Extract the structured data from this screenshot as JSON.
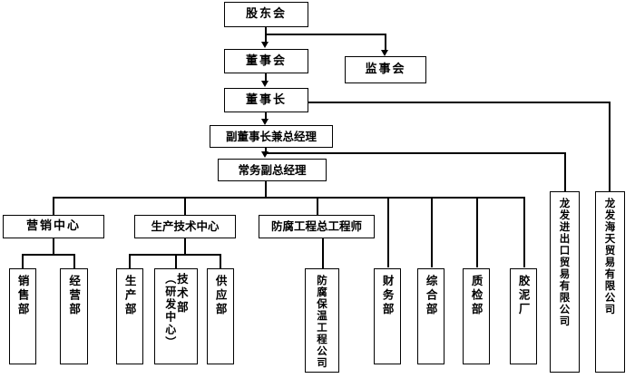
{
  "chart_data": {
    "type": "diagram",
    "title": "",
    "diagram_kind": "organizational-chart",
    "language": "zh-CN",
    "nodes": [
      {
        "id": "shareholders",
        "label": "股东会",
        "level": 0
      },
      {
        "id": "board",
        "label": "董事会",
        "level": 1
      },
      {
        "id": "supervisors",
        "label": "监事会",
        "level": 1
      },
      {
        "id": "chairman",
        "label": "董事长",
        "level": 2
      },
      {
        "id": "vice-chairman-gm",
        "label": "副董事长兼总经理",
        "level": 3
      },
      {
        "id": "exec-vice-gm",
        "label": "常务副总经理",
        "level": 4
      },
      {
        "id": "marketing-center",
        "label": "营销中心",
        "level": 5
      },
      {
        "id": "production-tech-center",
        "label": "生产技术中心",
        "level": 5
      },
      {
        "id": "anticorrosion-chief-engineer",
        "label": "防腐工程总工程师",
        "level": 5
      },
      {
        "id": "sales-dept",
        "label": "销售部",
        "level": 6
      },
      {
        "id": "operations-dept",
        "label": "经营部",
        "level": 6
      },
      {
        "id": "production-dept",
        "label": "生产部",
        "level": 6
      },
      {
        "id": "tech-dept-rd-center",
        "label": "技术部（研发中心）",
        "level": 6
      },
      {
        "id": "supply-dept",
        "label": "供应部",
        "level": 6
      },
      {
        "id": "anticorrosion-insulation-co",
        "label": "防腐保温工程公司",
        "level": 6
      },
      {
        "id": "finance-dept",
        "label": "财务部",
        "level": 6
      },
      {
        "id": "general-affairs-dept",
        "label": "综合部",
        "level": 6
      },
      {
        "id": "quality-inspection-dept",
        "label": "质检部",
        "level": 6
      },
      {
        "id": "cement-plant",
        "label": "胶泥厂",
        "level": 6
      },
      {
        "id": "import-export-co",
        "label": "龙发进出口贸易有限公司",
        "level": 6
      },
      {
        "id": "haitian-trading-co",
        "label": "龙发海天贸易有限公司",
        "level": 6
      }
    ],
    "edges": [
      {
        "from": "shareholders",
        "to": "board"
      },
      {
        "from": "shareholders",
        "to": "supervisors"
      },
      {
        "from": "board",
        "to": "chairman"
      },
      {
        "from": "chairman",
        "to": "vice-chairman-gm"
      },
      {
        "from": "chairman",
        "to": "haitian-trading-co"
      },
      {
        "from": "vice-chairman-gm",
        "to": "exec-vice-gm"
      },
      {
        "from": "vice-chairman-gm",
        "to": "import-export-co"
      },
      {
        "from": "exec-vice-gm",
        "to": "marketing-center"
      },
      {
        "from": "exec-vice-gm",
        "to": "production-tech-center"
      },
      {
        "from": "exec-vice-gm",
        "to": "anticorrosion-chief-engineer"
      },
      {
        "from": "exec-vice-gm",
        "to": "finance-dept"
      },
      {
        "from": "exec-vice-gm",
        "to": "general-affairs-dept"
      },
      {
        "from": "exec-vice-gm",
        "to": "quality-inspection-dept"
      },
      {
        "from": "exec-vice-gm",
        "to": "cement-plant"
      },
      {
        "from": "marketing-center",
        "to": "sales-dept"
      },
      {
        "from": "marketing-center",
        "to": "operations-dept"
      },
      {
        "from": "production-tech-center",
        "to": "production-dept"
      },
      {
        "from": "production-tech-center",
        "to": "tech-dept-rd-center"
      },
      {
        "from": "production-tech-center",
        "to": "supply-dept"
      },
      {
        "from": "anticorrosion-chief-engineer",
        "to": "anticorrosion-insulation-co"
      }
    ],
    "colors": {
      "line": "#000000",
      "box_border": "#000000",
      "box_fill": "#ffffff",
      "text": "#000000"
    }
  },
  "nodes": {
    "shareholders": "股东会",
    "board": "董事会",
    "supervisors": "监事会",
    "chairman": "董事长",
    "vice_chairman_gm": "副董事长兼总经理",
    "exec_vice_gm": "常务副总经理",
    "marketing_center": "营销中心",
    "production_tech_center": "生产技术中心",
    "anticorrosion_chief_engineer": "防腐工程总工程师",
    "sales_dept": "销售部",
    "operations_dept": "经营部",
    "production_dept": "生产部",
    "tech_dept_main": "技术部",
    "tech_dept_sub": "（研发中心）",
    "supply_dept": "供应部",
    "anticorrosion_insulation_co": "防腐保温工程公司",
    "finance_dept": "财务部",
    "general_affairs_dept": "综合部",
    "quality_inspection_dept": "质检部",
    "cement_plant": "胶泥厂",
    "import_export_co": "龙发进出口贸易有限公司",
    "haitian_trading_co": "龙发海天贸易有限公司"
  }
}
